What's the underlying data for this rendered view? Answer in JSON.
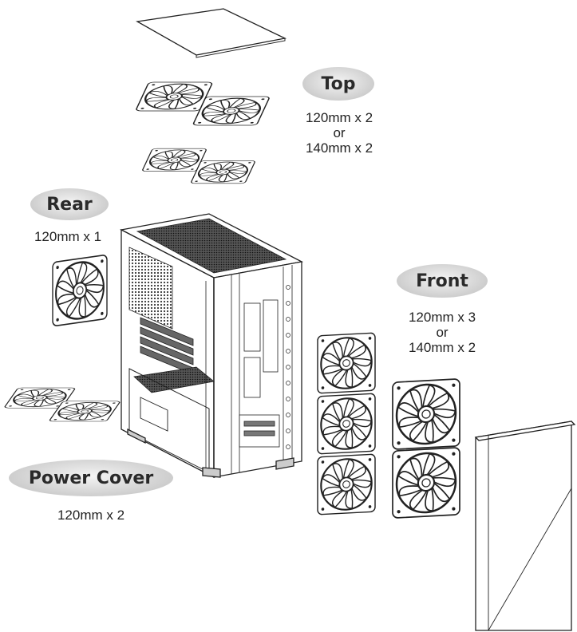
{
  "labels": {
    "top": {
      "title": "Top",
      "lines": [
        "120mm x 2",
        "or",
        "140mm x 2"
      ]
    },
    "rear": {
      "title": "Rear",
      "lines": [
        "120mm x 1"
      ]
    },
    "front": {
      "title": "Front",
      "lines": [
        "120mm x 3",
        "or",
        "140mm x 2"
      ]
    },
    "power": {
      "title": "Power Cover",
      "lines": [
        "120mm x 2"
      ]
    }
  },
  "colors": {
    "line": "#222222",
    "label_bg": "#d0d0d0",
    "background": "#ffffff"
  }
}
